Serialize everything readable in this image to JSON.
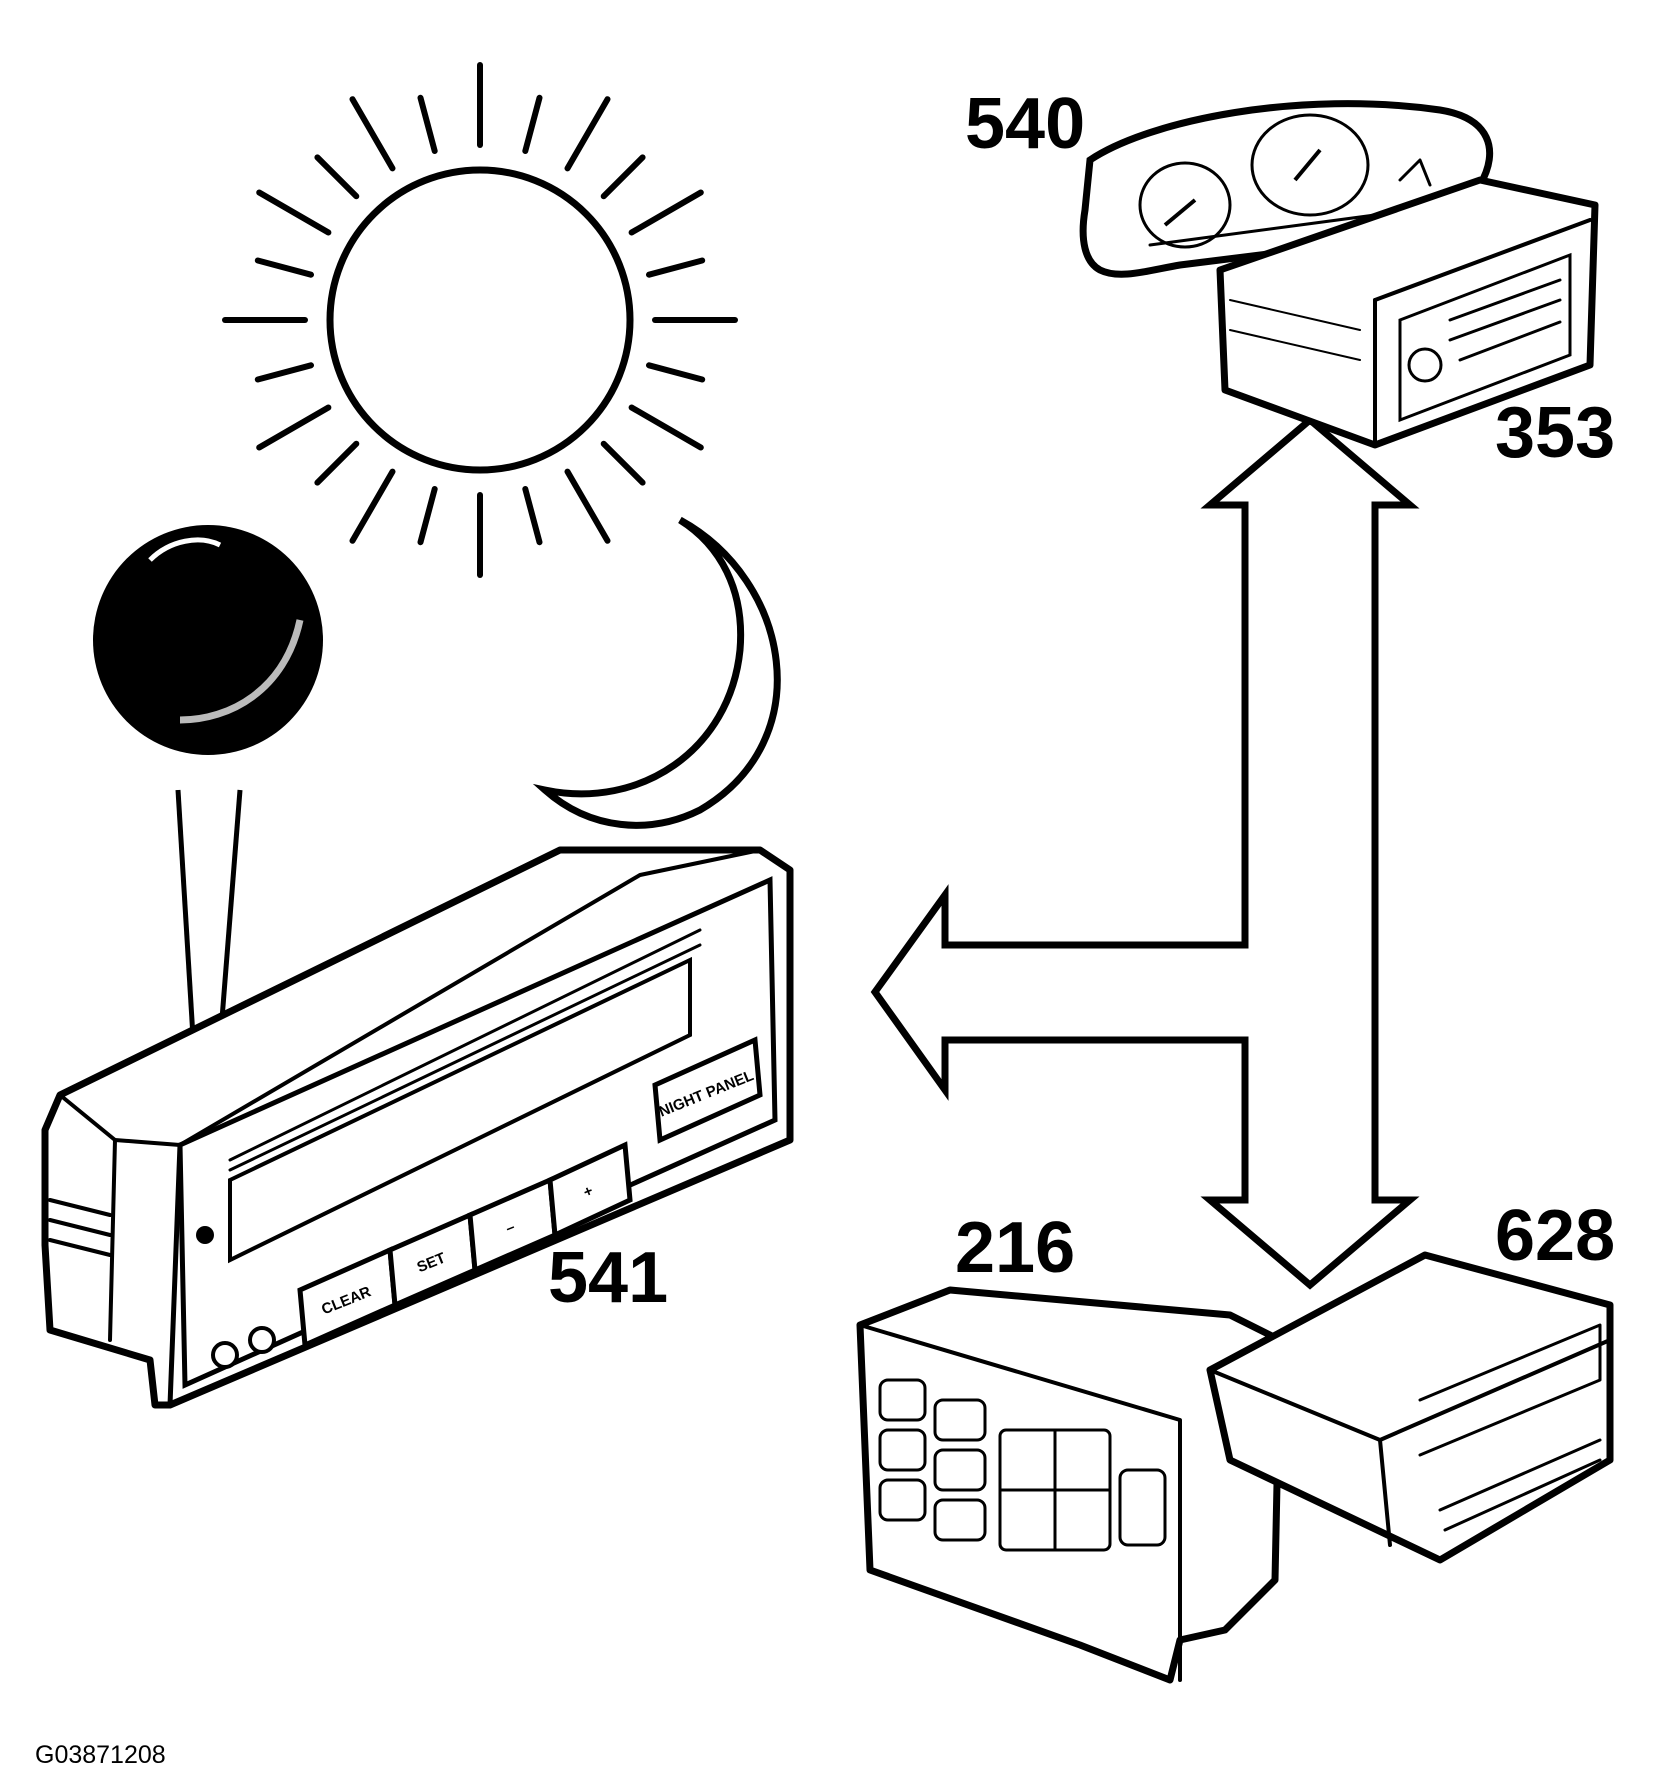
{
  "callouts": {
    "instrument_cluster": "540",
    "radio": "353",
    "dimmer_module": "541",
    "hvac_control": "216",
    "module_628": "628"
  },
  "dimmer_buttons": {
    "clear": "CLEAR",
    "set": "SET",
    "minus": "–",
    "plus": "+",
    "night_panel": "NIGHT PANEL"
  },
  "figure_id": "G03871208",
  "icons": [
    "sun-icon",
    "moon-icon",
    "light-sensor-icon"
  ],
  "colors": {
    "line": "#000000",
    "background": "#ffffff"
  }
}
